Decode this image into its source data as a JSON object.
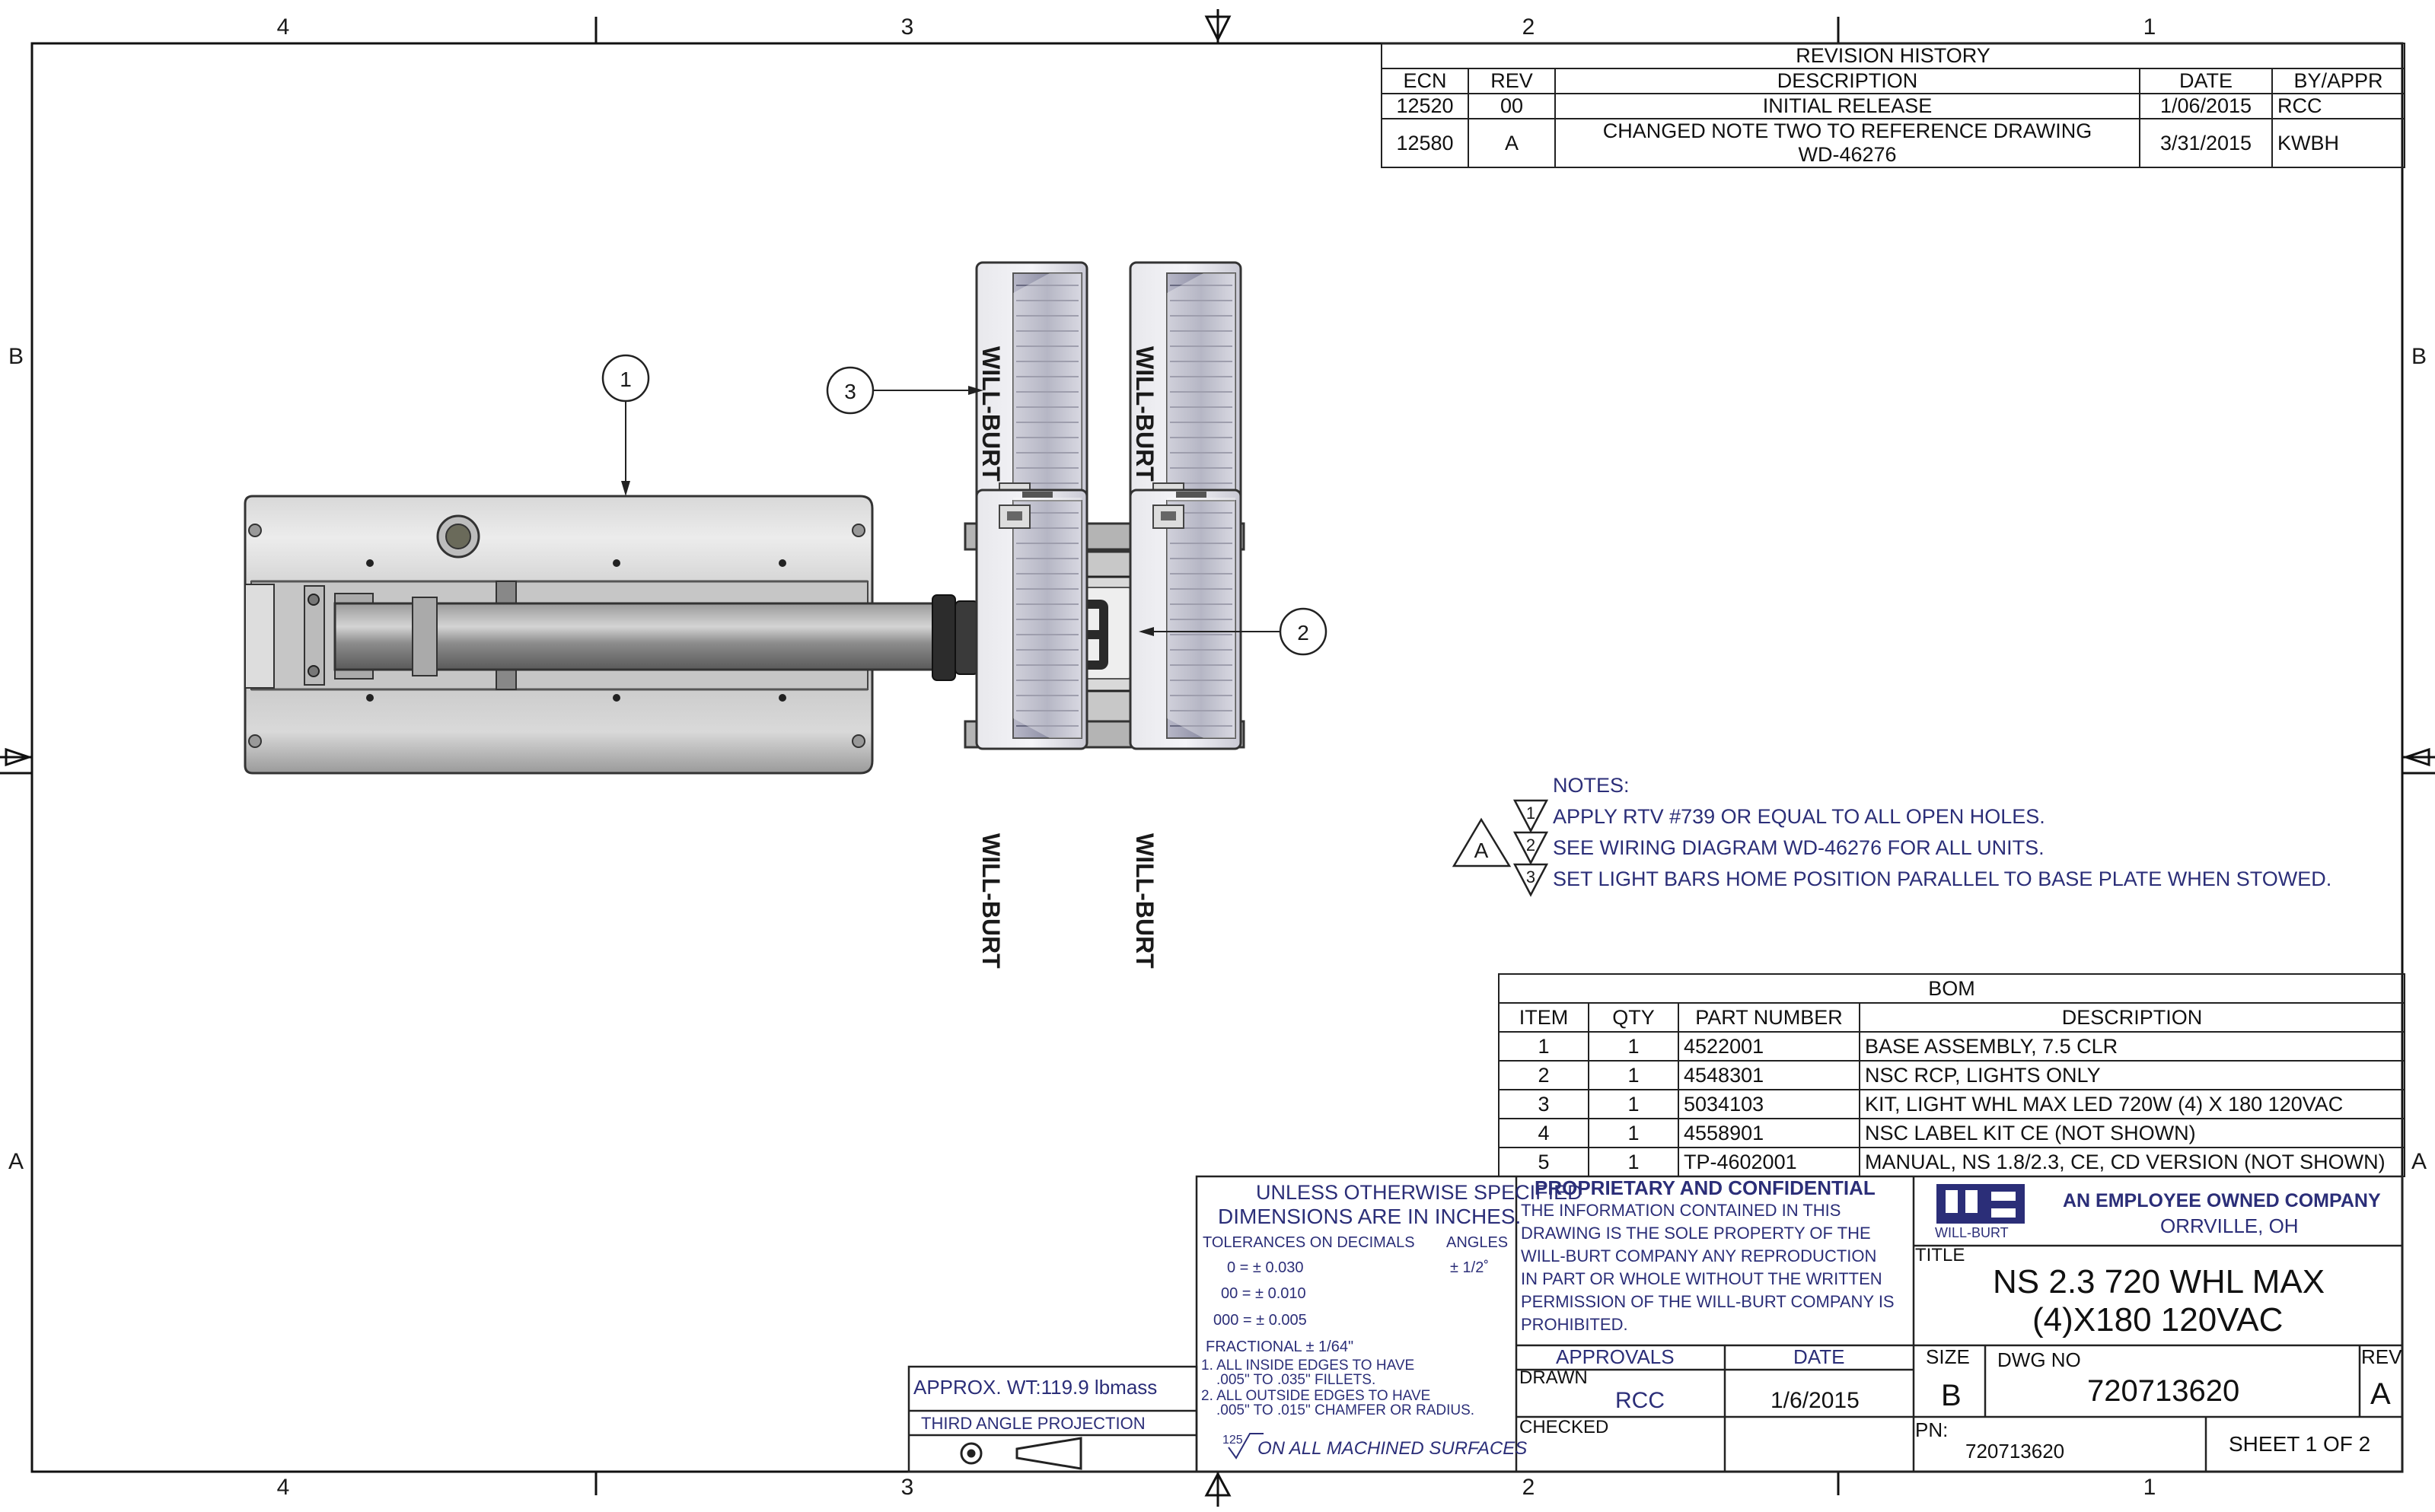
{
  "border": {
    "zones_top": [
      "4",
      "3",
      "2",
      "1"
    ],
    "zones_bottom": [
      "4",
      "3",
      "2",
      "1"
    ],
    "rows_left": [
      "B",
      "A"
    ],
    "rows_right": [
      "B",
      "A"
    ]
  },
  "revision_history": {
    "title": "REVISION HISTORY",
    "headers": [
      "ECN",
      "REV",
      "DESCRIPTION",
      "DATE",
      "BY/APPR"
    ],
    "rows": [
      [
        "12520",
        "00",
        "INITIAL RELEASE",
        "1/06/2015",
        "RCC"
      ],
      [
        "12580",
        "A",
        "CHANGED NOTE TWO TO REFERENCE DRAWING",
        "3/31/2015",
        "KWBH"
      ]
    ],
    "row2_desc_line2": "WD-46276"
  },
  "balloons": {
    "b1": "1",
    "b2": "2",
    "b3": "3"
  },
  "lightbar_brand": "WILL-BURT",
  "notes": {
    "title": "NOTES:",
    "items": [
      {
        "num": "1",
        "text": "APPLY RTV #739 OR EQUAL TO ALL OPEN HOLES."
      },
      {
        "num": "2",
        "text": "SEE WIRING DIAGRAM WD-46276 FOR ALL UNITS."
      },
      {
        "num": "3",
        "text": "SET LIGHT BARS HOME POSITION PARALLEL TO BASE PLATE WHEN STOWED."
      }
    ],
    "rev_marker": "A"
  },
  "bom": {
    "title": "BOM",
    "headers": [
      "ITEM",
      "QTY",
      "PART NUMBER",
      "DESCRIPTION"
    ],
    "rows": [
      [
        "1",
        "1",
        "4522001",
        "BASE ASSEMBLY, 7.5 CLR"
      ],
      [
        "2",
        "1",
        "4548301",
        "NSC RCP, LIGHTS ONLY"
      ],
      [
        "3",
        "1",
        "5034103",
        "KIT, LIGHT WHL MAX LED 720W (4) X 180 120VAC"
      ],
      [
        "4",
        "1",
        "4558901",
        "NSC LABEL KIT  CE (NOT SHOWN)"
      ],
      [
        "5",
        "1",
        "TP-4602001",
        "MANUAL, NS 1.8/2.3, CE, CD VERSION (NOT SHOWN)"
      ]
    ]
  },
  "tolerances": {
    "line1": "UNLESS OTHERWISE SPECIFIED",
    "line2": "DIMENSIONS ARE IN INCHES.",
    "decimals_label": "TOLERANCES ON DECIMALS",
    "angles_label": "ANGLES",
    "d1": "0 = ±  0.030",
    "d2": "00 = ±  0.010",
    "d3": "000 = ±  0.005",
    "angle_value": "±  1/2˚",
    "fractional": "FRACTIONAL  ±  1/64\"",
    "note1a": "1. ALL INSIDE EDGES TO HAVE",
    "note1b": ".005\" TO  .035\" FILLETS.",
    "note2a": "2. ALL OUTSIDE EDGES TO HAVE",
    "note2b": ".005\" TO  .015\" CHAMFER OR RADIUS.",
    "surface_value": "125",
    "surface_text": "ON ALL MACHINED SURFACES"
  },
  "weight": {
    "approx": "APPROX. WT:119.9 lbmass",
    "projection": "THIRD ANGLE PROJECTION"
  },
  "proprietary": {
    "title": "PROPRIETARY AND CONFIDENTIAL",
    "lines": [
      "THE INFORMATION CONTAINED IN THIS",
      "DRAWING IS THE SOLE PROPERTY OF THE",
      "WILL-BURT COMPANY ANY REPRODUCTION",
      "IN PART OR WHOLE WITHOUT THE WRITTEN",
      "PERMISSION OF THE WILL-BURT COMPANY IS",
      "PROHIBITED."
    ]
  },
  "approvals": {
    "header": "APPROVALS",
    "date_header": "DATE",
    "drawn_label": "DRAWN",
    "drawn_by": "RCC",
    "drawn_date": "1/6/2015",
    "checked_label": "CHECKED"
  },
  "company": {
    "logo_text": "WILL-BURT",
    "tagline": "AN EMPLOYEE OWNED COMPANY",
    "city": "ORRVILLE, OH"
  },
  "title_block": {
    "title_label": "TITLE",
    "title_line1": "NS 2.3 720 WHL MAX",
    "title_line2": "(4)X180 120VAC",
    "size_label": "SIZE",
    "size_value": "B",
    "dwg_label": "DWG NO",
    "dwg_no": "720713620",
    "rev_label": "REV",
    "rev_value": "A",
    "pn_label": "PN:",
    "pn_value": "720713620",
    "sheet": "SHEET 1  OF 2"
  }
}
